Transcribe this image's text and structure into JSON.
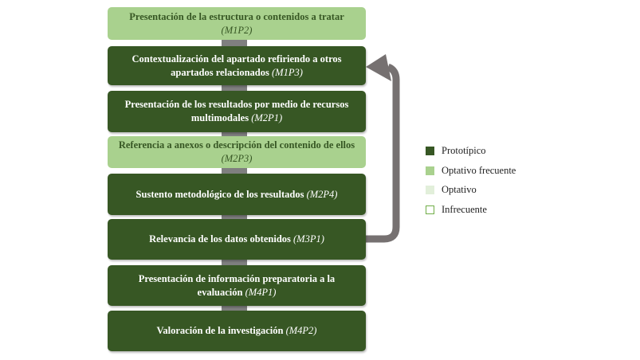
{
  "stages": [
    {
      "text": "Presentación de la estructura o contenidos a tratar",
      "code": "(M1P2)",
      "category": "frequent"
    },
    {
      "text": "Contextualización del apartado refiriendo a otros apartados relacionados",
      "code": "(M1P3)",
      "category": "prototypical"
    },
    {
      "text": "Presentación de los resultados por medio de recursos multimodales",
      "code": "(M2P1)",
      "category": "prototypical"
    },
    {
      "text": "Referencia a anexos o descripción del contenido de ellos",
      "code": "(M2P3)",
      "category": "frequent"
    },
    {
      "text": "Sustento metodológico de los resultados",
      "code": "(M2P4)",
      "category": "prototypical"
    },
    {
      "text": "Relevancia de los datos obtenidos",
      "code": "(M3P1)",
      "category": "prototypical"
    },
    {
      "text": "Presentación de información preparatoria a la evaluación",
      "code": "(M4P1)",
      "category": "prototypical"
    },
    {
      "text": "Valoración de la investigación",
      "code": "(M4P2)",
      "category": "prototypical"
    }
  ],
  "legend": [
    {
      "label": "Prototípico",
      "fill": "#375724",
      "border": "#375724"
    },
    {
      "label": "Optativo frecuente",
      "fill": "#a9d18e",
      "border": "#a9d18e"
    },
    {
      "label": "Optativo",
      "fill": "#e2efda",
      "border": "#e2efda"
    },
    {
      "label": "Infrecuente",
      "fill": "#ffffff",
      "border": "#70ad47"
    }
  ],
  "colors": {
    "prototypical": "#375724",
    "frequent": "#a9d18e",
    "connector": "#7f7f7f",
    "loop_arrow": "#767171"
  }
}
